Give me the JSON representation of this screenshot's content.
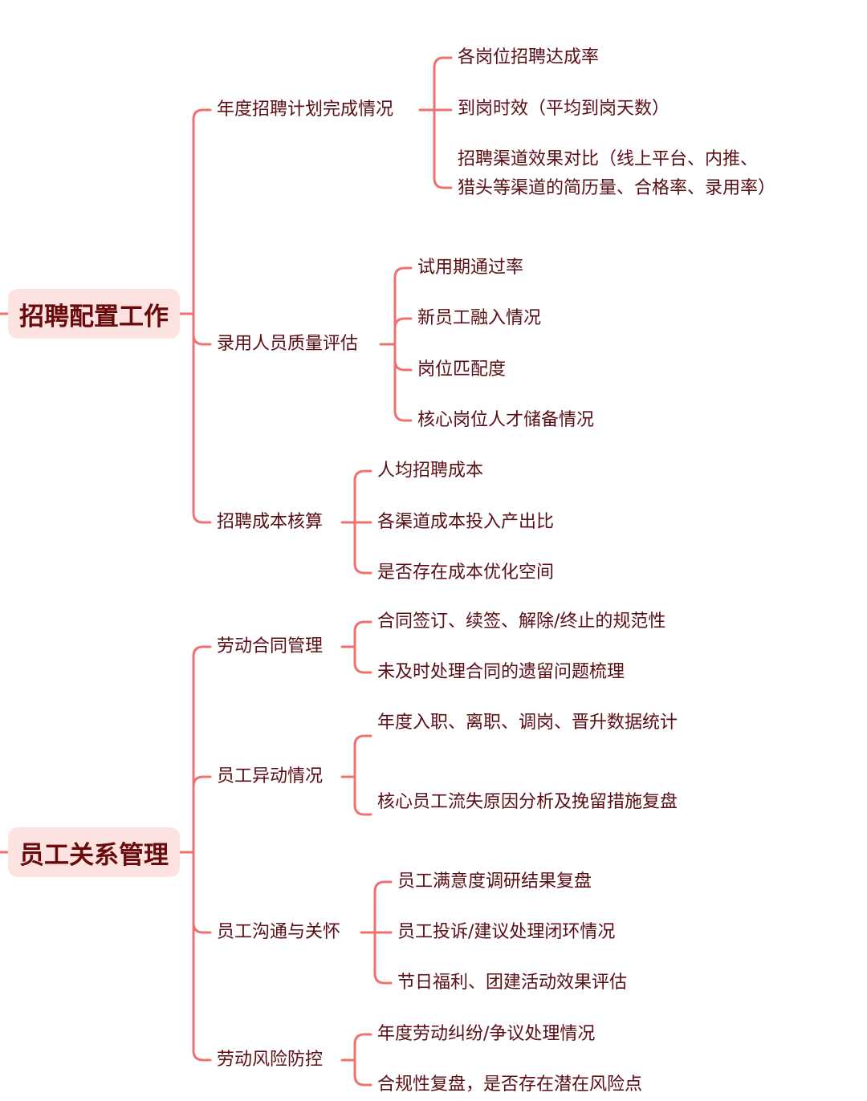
{
  "diagram": {
    "line_color": "#f07070",
    "root_bg": "#fde2e2",
    "root_text_color": "#6b0a0a",
    "text_color": "#5a0d12",
    "roots": [
      {
        "label": "招聘配置工作",
        "branches": [
          {
            "label": "年度招聘计划完成情况",
            "children": [
              "各岗位招聘达成率",
              "到岗时效（平均到岗天数）",
              "招聘渠道效果对比（线上平台、内推、猎头等渠道的简历量、合格率、录用率）"
            ]
          },
          {
            "label": "录用人员质量评估",
            "children": [
              "试用期通过率",
              "新员工融入情况",
              "岗位匹配度",
              "核心岗位人才储备情况"
            ]
          },
          {
            "label": "招聘成本核算",
            "children": [
              "人均招聘成本",
              "各渠道成本投入产出比",
              "是否存在成本优化空间"
            ]
          }
        ]
      },
      {
        "label": "员工关系管理",
        "branches": [
          {
            "label": "劳动合同管理",
            "children": [
              "合同签订、续签、解除/终止的规范性",
              "未及时处理合同的遗留问题梳理"
            ]
          },
          {
            "label": "员工异动情况",
            "children": [
              "年度入职、离职、调岗、晋升数据统计",
              "核心员工流失原因分析及挽留措施复盘"
            ]
          },
          {
            "label": "员工沟通与关怀",
            "children": [
              "员工满意度调研结果复盘",
              "员工投诉/建议处理闭环情况",
              "节日福利、团建活动效果评估"
            ]
          },
          {
            "label": "劳动风险防控",
            "children": [
              "年度劳动纠纷/争议处理情况",
              "合规性复盘，是否存在潜在风险点"
            ]
          }
        ]
      }
    ]
  }
}
